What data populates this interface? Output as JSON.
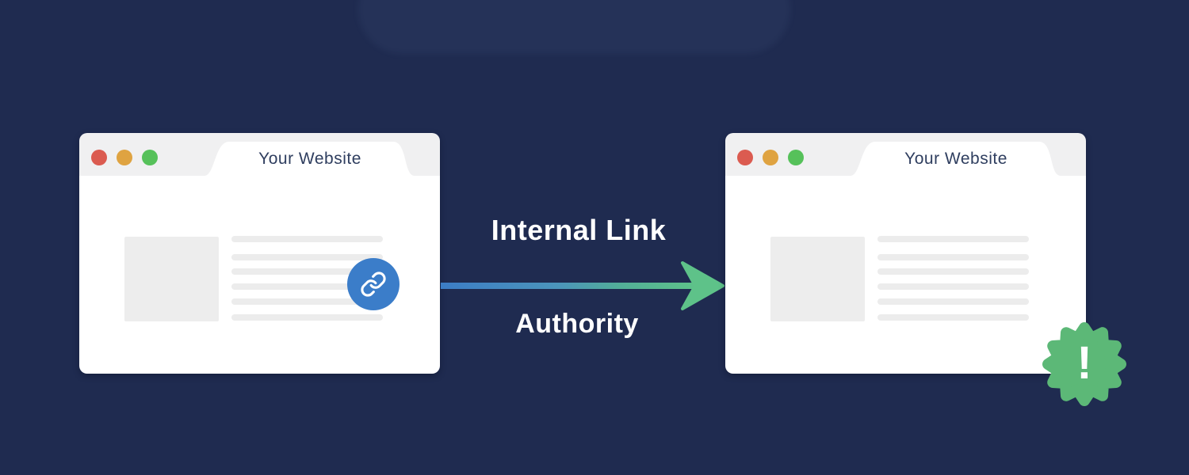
{
  "scene": {
    "background_color": "#1f2b50",
    "watermark": "ghost-logo-blur"
  },
  "windows": {
    "left": {
      "title": "Your Website",
      "controls": [
        "red",
        "yellow",
        "green"
      ],
      "placeholder_lines": 6,
      "icon": "chain-link-icon"
    },
    "right": {
      "title": "Your Website",
      "controls": [
        "red",
        "yellow",
        "green"
      ],
      "placeholder_lines": 6,
      "badge_icon": "exclamation-seal",
      "badge_glyph": "!"
    }
  },
  "arrow": {
    "label_top": "Internal Link",
    "label_bottom": "Authority",
    "direction": "left-to-right",
    "gradient": [
      "#3c7dc6",
      "#4b94bb",
      "#52ae98",
      "#5ec289"
    ]
  },
  "colors": {
    "window_bar": "#f0f0f1",
    "window_body": "#ffffff",
    "dot_red": "#db5b50",
    "dot_yellow": "#dfa341",
    "dot_green": "#56c15a",
    "placeholder_gray": "#ececec",
    "link_circle_blue": "#3b7dc9",
    "badge_green": "#5cb877",
    "title_text": "#2f3e5f",
    "label_text": "#ffffff"
  }
}
